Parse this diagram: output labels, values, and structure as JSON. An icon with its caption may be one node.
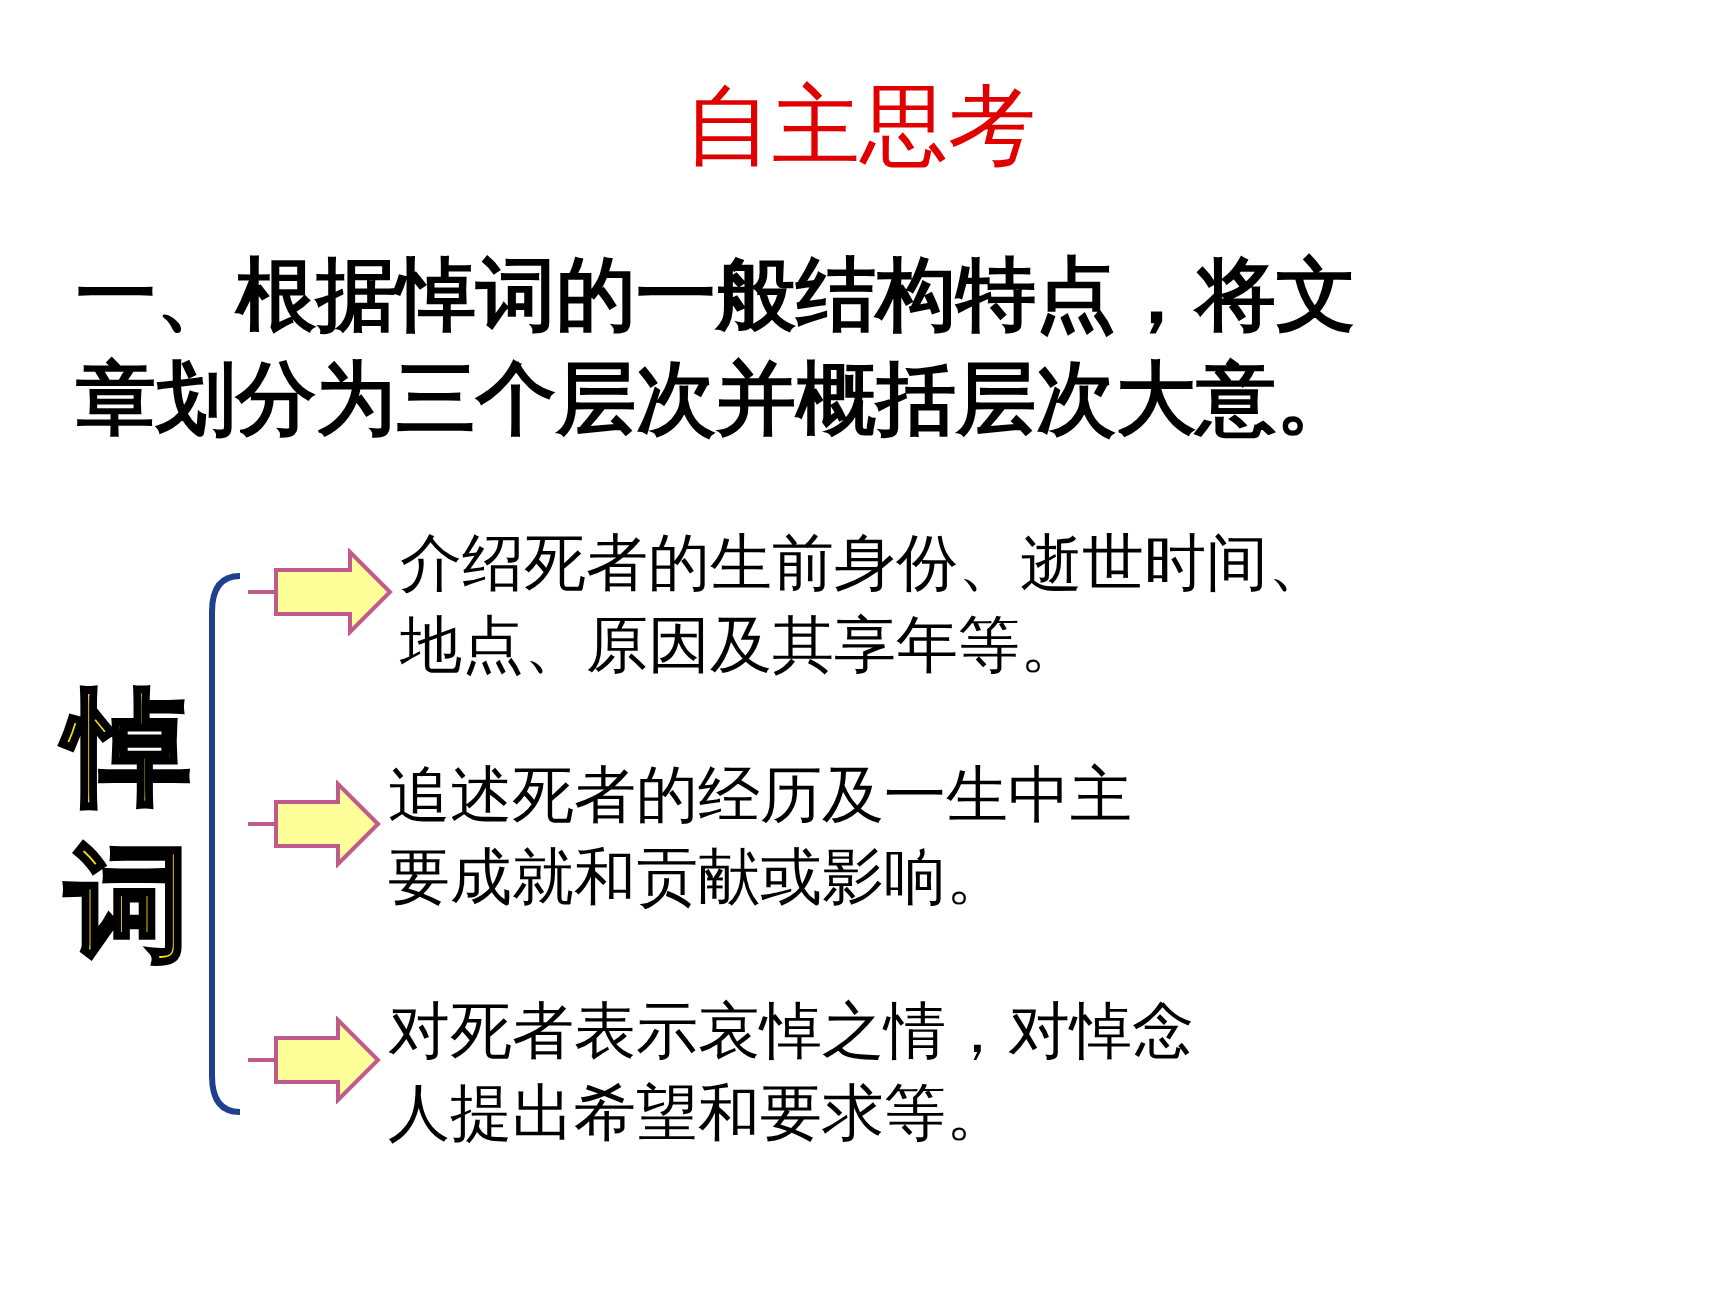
{
  "diagram": {
    "title": "自主思考",
    "nodes": [
      {
        "text": [
          "悼词"
        ]
      },
      {
        "text": [
          "介绍死者的生前身份、逝世时间、地点、原因及其享年等。"
        ]
      },
      {
        "text": [
          "追述死者的经历及一生中主要成就和贡献或影响。"
        ]
      },
      {
        "text": [
          "对死者表示哀悼之情，对悼念人提出希望和要求等。"
        ]
      }
    ],
    "edges": [
      {
        "from": 0,
        "to": 1,
        "arrow": "to"
      },
      {
        "from": 0,
        "to": 2,
        "arrow": "to"
      },
      {
        "from": 0,
        "to": 3,
        "arrow": "to"
      }
    ],
    "labels": [
      "一、根据悼词的一般结构特点，将文章划分为三个层次并概括层次大意。"
    ]
  }
}
